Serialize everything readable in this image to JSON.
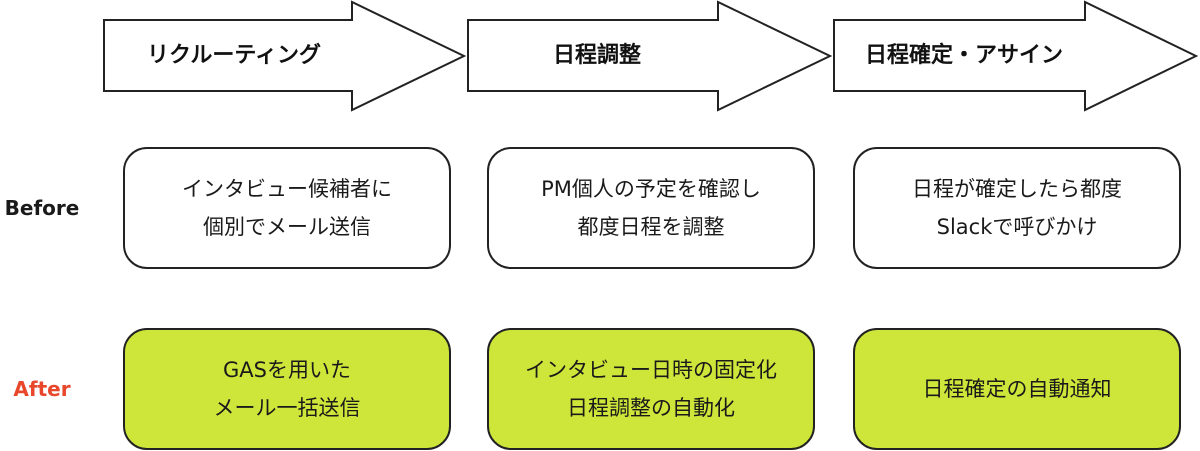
{
  "stages": [
    {
      "label": "リクルーティング"
    },
    {
      "label": "日程調整"
    },
    {
      "label": "日程確定・アサイン"
    }
  ],
  "rows": {
    "before": {
      "label": "Before",
      "color": "#1a1a1a",
      "box_color": "#ffffff",
      "boxes": [
        {
          "lines": [
            "インタビュー候補者に",
            "個別でメール送信"
          ]
        },
        {
          "lines": [
            "PM個人の予定を確認し",
            "都度日程を調整"
          ]
        },
        {
          "lines": [
            "日程が確定したら都度",
            "Slackで呼びかけ"
          ]
        }
      ]
    },
    "after": {
      "label": "After",
      "color": "#e8472b",
      "box_color": "#cde639",
      "boxes": [
        {
          "lines": [
            "GASを用いた",
            "メール一括送信"
          ]
        },
        {
          "lines": [
            "インタビュー日時の固定化",
            "日程調整の自動化"
          ]
        },
        {
          "lines": [
            "日程確定の自動通知"
          ]
        }
      ]
    }
  }
}
